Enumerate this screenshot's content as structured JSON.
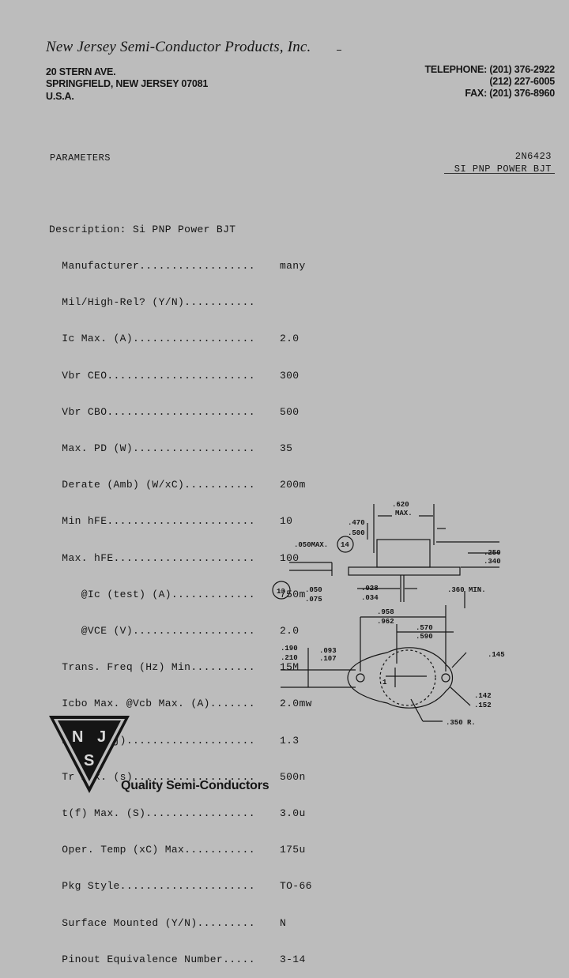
{
  "header": {
    "company_name": "New Jersey Semi-Conductor Products, Inc.",
    "address": [
      "20 STERN AVE.",
      "SPRINGFIELD, NEW JERSEY 07081",
      "U.S.A."
    ],
    "telephone": "TELEPHONE: (201) 376-2922",
    "telephone_2": "(212) 227-6005",
    "fax": "FAX: (201) 376-8960"
  },
  "section": {
    "label": "PARAMETERS",
    "part_number": "2N6423",
    "part_subtitle": "SI PNP POWER BJT"
  },
  "description": "Description: Si PNP Power BJT",
  "specs": [
    {
      "label": "  Manufacturer..................",
      "value": "many"
    },
    {
      "label": "  Mil/High-Rel? (Y/N)...........",
      "value": ""
    },
    {
      "label": "  Ic Max. (A)...................",
      "value": "2.0"
    },
    {
      "label": "  Vbr CEO.......................",
      "value": "300"
    },
    {
      "label": "  Vbr CBO.......................",
      "value": "500"
    },
    {
      "label": "  Max. PD (W)...................",
      "value": "35"
    },
    {
      "label": "  Derate (Amb) (W/xC)...........",
      "value": "200m"
    },
    {
      "label": "  Min hFE.......................",
      "value": "10"
    },
    {
      "label": "  Max. hFE......................",
      "value": "100"
    },
    {
      "label": "     @Ic (test) (A).............",
      "value": "750m"
    },
    {
      "label": "     @VCE (V)...................",
      "value": "2.0"
    },
    {
      "label": "  Trans. Freq (Hz) Min..........",
      "value": "15M"
    },
    {
      "label": "  Icbo Max. @Vcb Max. (A).......",
      "value": "2.0mw"
    },
    {
      "label": "  R(sat) (j)....................",
      "value": "1.3"
    },
    {
      "label": "  Tr Max. (s)...................",
      "value": "500n"
    },
    {
      "label": "  t(f) Max. (S).................",
      "value": "3.0u"
    },
    {
      "label": "  Oper. Temp (xC) Max...........",
      "value": "175u"
    },
    {
      "label": "  Pkg Style.....................",
      "value": "TO-66"
    },
    {
      "label": "  Surface Mounted (Y/N).........",
      "value": "N"
    },
    {
      "label": "  Pinout Equivalence Number.....",
      "value": "3-14"
    }
  ],
  "drawing_labels": {
    "d620": ".620",
    "max": "MAX.",
    "d470": ".470",
    "d500": ".500",
    "d050max": ".050MAX.",
    "n14": "14",
    "d250": ".250",
    "d340": ".340",
    "n13": "13",
    "d050": ".050",
    "d075": ".075",
    "d028": ".028",
    "d034": ".034",
    "d360min": ".360 MIN.",
    "d958": ".958",
    "d962": ".962",
    "d570": ".570",
    "d590": ".590",
    "d190": ".190",
    "d210": ".210",
    "d093": ".093",
    "d107": ".107",
    "d145": ".145",
    "d142": ".142",
    "d152": ".152",
    "d350r": ".350 R.",
    "pin1": "1"
  },
  "logo": {
    "letters": [
      "N",
      "J",
      "S"
    ]
  },
  "tagline": "Quality Semi-Conductors"
}
